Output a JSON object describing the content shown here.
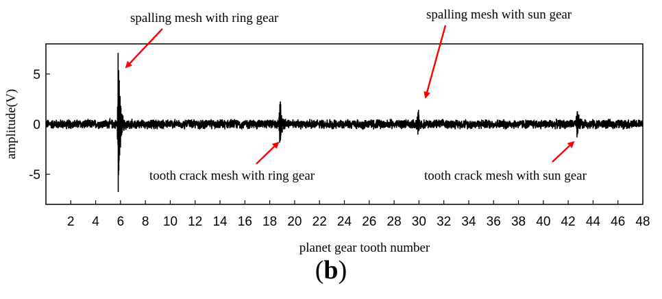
{
  "figure": {
    "panel_label_open": "(",
    "panel_label_letter": "b",
    "panel_label_close": ")"
  },
  "chart_data": {
    "type": "line",
    "title": "",
    "xlabel": "planet gear tooth number",
    "ylabel": "amplitude(V)",
    "xlim": [
      0,
      48
    ],
    "ylim": [
      -8,
      8
    ],
    "x_ticks": [
      2,
      4,
      6,
      8,
      10,
      12,
      14,
      16,
      18,
      20,
      22,
      24,
      26,
      28,
      30,
      32,
      34,
      36,
      38,
      40,
      42,
      44,
      46,
      48
    ],
    "y_ticks": [
      5,
      0,
      -5
    ],
    "y_tick_labels": [
      "5",
      "0",
      "-5"
    ],
    "grid": false,
    "line_color": "#000000",
    "arrow_color": "#ff0000",
    "series": [
      {
        "baseline_noise_amplitude": 0.55,
        "impulses": [
          {
            "x": 5.8,
            "peak_positive": 8.0,
            "peak_negative": -8.0,
            "decay_teeth": 0.35
          },
          {
            "x": 18.8,
            "peak_positive": 3.1,
            "peak_negative": -3.0,
            "decay_teeth": 0.3
          },
          {
            "x": 29.9,
            "peak_positive": 1.9,
            "peak_negative": -1.0,
            "decay_teeth": 0.25
          },
          {
            "x": 42.7,
            "peak_positive": 2.0,
            "peak_negative": -1.6,
            "decay_teeth": 0.25
          }
        ]
      }
    ],
    "annotations": [
      {
        "text": "spalling mesh with ring gear",
        "points_to": {
          "x": 5.8,
          "y": 5.8
        }
      },
      {
        "text": "spalling mesh with sun gear",
        "points_to": {
          "x": 29.9,
          "y": 1.9
        }
      },
      {
        "text": "tooth crack mesh with ring gear",
        "points_to": {
          "x": 18.8,
          "y": -1.8
        }
      },
      {
        "text": "tooth crack mesh with sun gear",
        "points_to": {
          "x": 42.7,
          "y": -1.8
        }
      }
    ]
  }
}
